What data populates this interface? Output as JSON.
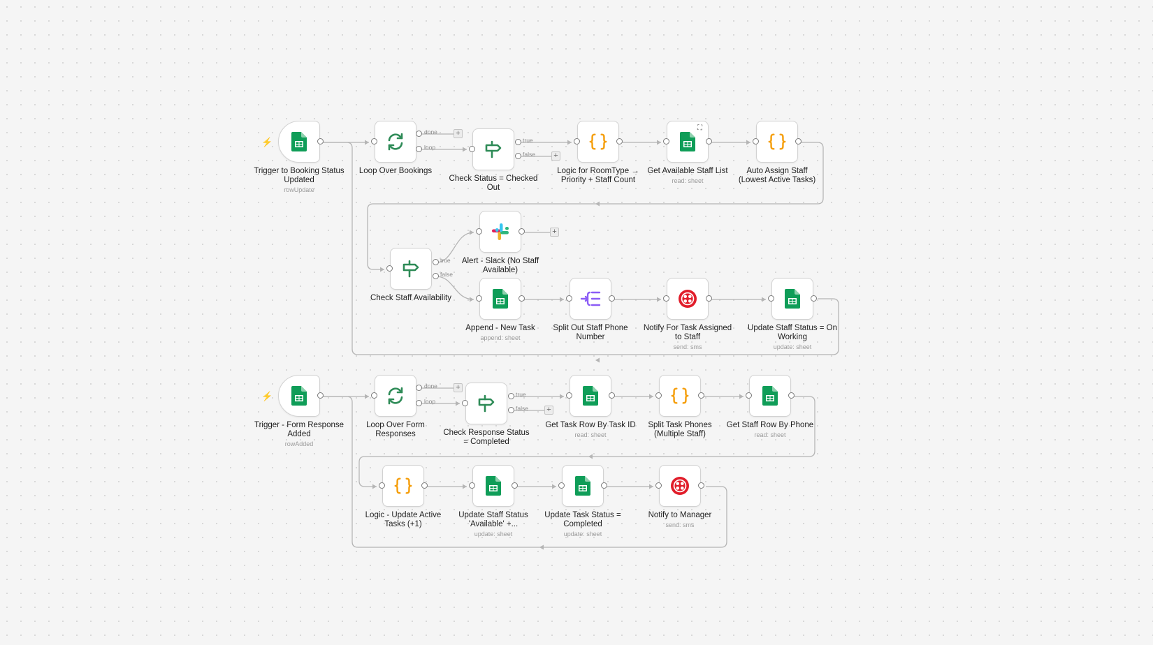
{
  "colors": {
    "sheets": "#0F9D58",
    "code": "#F59E0B",
    "flow": "#2E8B57",
    "split": "#8B5CF6",
    "twilio": "#E11D2A",
    "trigger_bolt": "#FF6D5A"
  },
  "trigger_bolt_glyph": "⚡",
  "plus_glyph": "+",
  "expand_glyph": "⛶",
  "nodes": [
    {
      "id": "n1",
      "label": "Trigger to Booking Status Updated",
      "sub": "rowUpdate",
      "icon": "google-sheets-icon"
    },
    {
      "id": "n2",
      "label": "Loop Over Bookings",
      "sub": "",
      "icon": "loop-icon"
    },
    {
      "id": "n3",
      "label": "Check Status = Checked Out",
      "sub": "",
      "icon": "signpost-icon"
    },
    {
      "id": "n4",
      "label": "Logic for RoomType → Priority + Staff Count",
      "sub": "",
      "icon": "code-braces-icon"
    },
    {
      "id": "n5",
      "label": "Get Available Staff List",
      "sub": "read: sheet",
      "icon": "google-sheets-icon"
    },
    {
      "id": "n6",
      "label": "Auto Assign Staff (Lowest Active Tasks)",
      "sub": "",
      "icon": "code-braces-icon"
    },
    {
      "id": "n7",
      "label": "Check Staff Availability",
      "sub": "",
      "icon": "signpost-icon"
    },
    {
      "id": "n8",
      "label": "Alert - Slack (No Staff Available)",
      "sub": "",
      "icon": "slack-icon"
    },
    {
      "id": "n9",
      "label": "Append - New Task",
      "sub": "append: sheet",
      "icon": "google-sheets-icon"
    },
    {
      "id": "n10",
      "label": "Split Out Staff Phone Number",
      "sub": "",
      "icon": "split-out-icon"
    },
    {
      "id": "n11",
      "label": "Notify For Task Assigned to Staff",
      "sub": "send: sms",
      "icon": "twilio-icon"
    },
    {
      "id": "n12",
      "label": "Update Staff Status = On Working",
      "sub": "update: sheet",
      "icon": "google-sheets-icon"
    },
    {
      "id": "n13",
      "label": "Trigger - Form Response Added",
      "sub": "rowAdded",
      "icon": "google-sheets-icon"
    },
    {
      "id": "n14",
      "label": "Loop Over Form Responses",
      "sub": "",
      "icon": "loop-icon"
    },
    {
      "id": "n15",
      "label": "Check Response Status = Completed",
      "sub": "",
      "icon": "signpost-icon"
    },
    {
      "id": "n16",
      "label": "Get Task Row By Task ID",
      "sub": "read: sheet",
      "icon": "google-sheets-icon"
    },
    {
      "id": "n17",
      "label": "Split Task Phones (Multiple Staff)",
      "sub": "",
      "icon": "code-braces-icon"
    },
    {
      "id": "n18",
      "label": "Get Staff Row By Phone",
      "sub": "read: sheet",
      "icon": "google-sheets-icon"
    },
    {
      "id": "n19",
      "label": "Logic - Update Active Tasks (+1)",
      "sub": "",
      "icon": "code-braces-icon"
    },
    {
      "id": "n20",
      "label": "Update Staff Status 'Available' +...",
      "sub": "update: sheet",
      "icon": "google-sheets-icon"
    },
    {
      "id": "n21",
      "label": "Update Task Status = Completed",
      "sub": "update: sheet",
      "icon": "google-sheets-icon"
    },
    {
      "id": "n22",
      "label": "Notify to Manager",
      "sub": "send: sms",
      "icon": "twilio-icon"
    }
  ],
  "port_labels": [
    {
      "id": "pl1",
      "text": "done"
    },
    {
      "id": "pl2",
      "text": "loop"
    },
    {
      "id": "pl3",
      "text": "true"
    },
    {
      "id": "pl4",
      "text": "false"
    },
    {
      "id": "pl5",
      "text": "true"
    },
    {
      "id": "pl6",
      "text": "false"
    },
    {
      "id": "pl7",
      "text": "done"
    },
    {
      "id": "pl8",
      "text": "loop"
    },
    {
      "id": "pl9",
      "text": "true"
    },
    {
      "id": "pl10",
      "text": "false"
    }
  ]
}
